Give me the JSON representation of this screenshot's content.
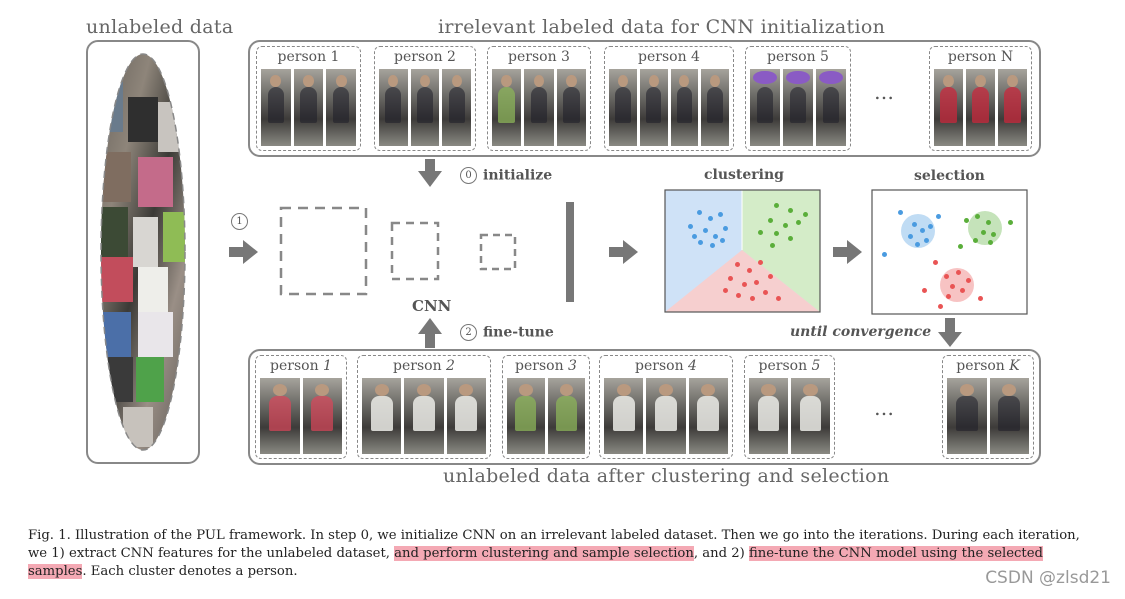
{
  "titles": {
    "unlabeled": "unlabeled data",
    "irrelevant": "irrelevant labeled data for CNN initialization",
    "after": "unlabeled data after clustering and selection"
  },
  "top_persons": [
    {
      "name": "person 1"
    },
    {
      "name": "person 2"
    },
    {
      "name": "person 3"
    },
    {
      "name": "person 4"
    },
    {
      "name": "person 5"
    },
    {
      "name": "person N"
    }
  ],
  "bottom_persons": [
    {
      "prefix": "person ",
      "num": "1"
    },
    {
      "prefix": "person ",
      "num": "2"
    },
    {
      "prefix": "person ",
      "num": "3"
    },
    {
      "prefix": "person ",
      "num": "4"
    },
    {
      "prefix": "person ",
      "num": "5"
    },
    {
      "prefix": "person ",
      "num": "K"
    }
  ],
  "ellipsis": "…",
  "steps": {
    "step0_num": "0",
    "step0_label": "initialize",
    "step1_num": "1",
    "step2_num": "2",
    "step2_label": "fine-tune"
  },
  "cnn_label": "CNN",
  "clustering_label": "clustering",
  "selection_label": "selection",
  "convergence_label": "until convergence",
  "caption": {
    "part1": "Fig. 1.  Illustration of the PUL framework. In step 0, we initialize CNN on an irrelevant labeled dataset. Then we go into the iterations. During each iteration, we 1) extract CNN features for the unlabeled dataset, ",
    "hl1": "and perform clustering and sample selection",
    "part2": ", and 2) ",
    "hl2": "fine-tune the CNN model using the selected samples",
    "part3": ". Each cluster denotes a person."
  },
  "watermark": "CSDN @zlsd21",
  "colors": {
    "blue": "#4a9be0",
    "green": "#5aae3a",
    "red": "#e95454",
    "blue_region": "#cfe2f7",
    "green_region": "#d4ecc8",
    "red_region": "#f6cfcf"
  }
}
